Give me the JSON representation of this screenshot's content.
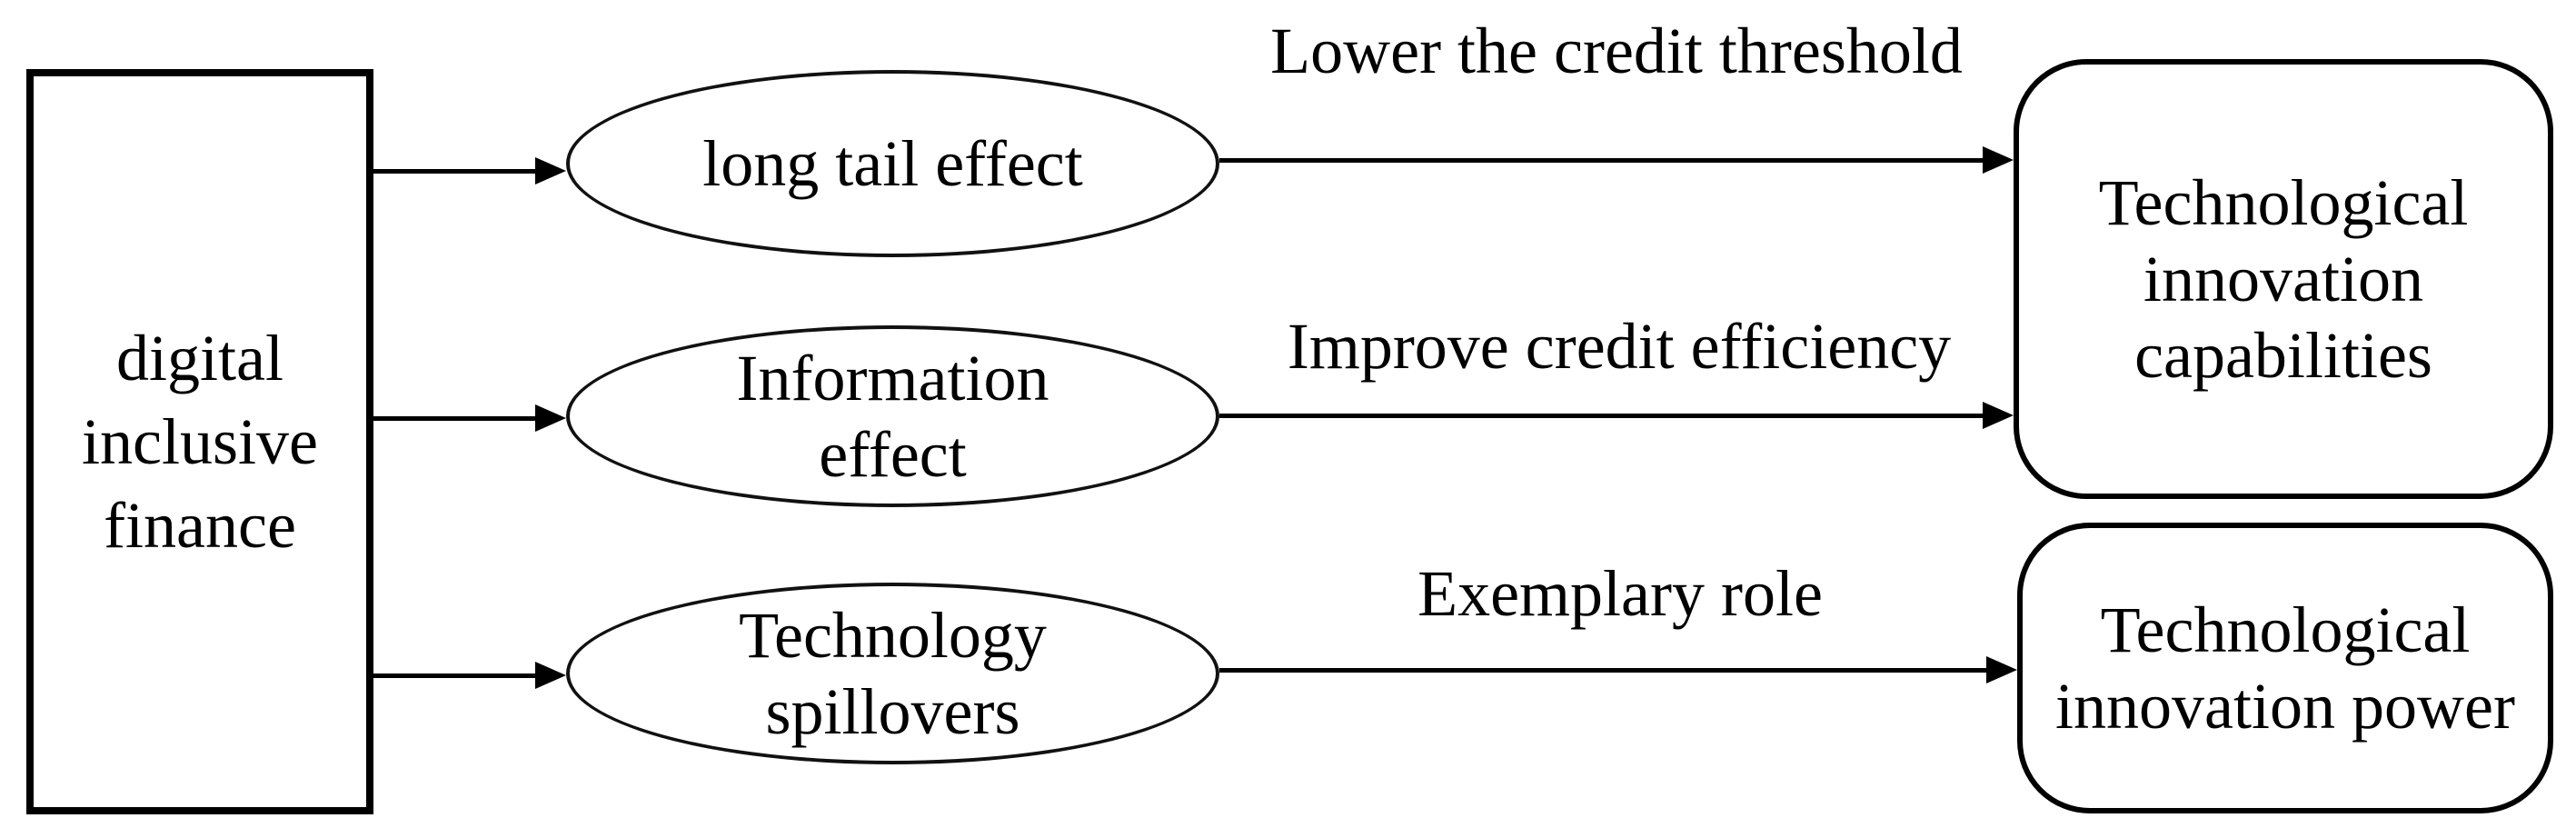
{
  "figure": {
    "type": "flow-diagram",
    "background": "#ffffff",
    "stroke_color": "#000000",
    "text_color": "#000000"
  },
  "nodes": {
    "source": {
      "line1": "digital",
      "line2": "inclusive",
      "line3": "finance"
    },
    "mediator_long_tail": {
      "line1": "long tail effect"
    },
    "mediator_information": {
      "line1": "Information",
      "line2": "effect"
    },
    "mediator_spillover": {
      "line1": "Technology",
      "line2": "spillovers"
    },
    "outcome_capabilities": {
      "line1": "Technological",
      "line2": "innovation",
      "line3": "capabilities"
    },
    "outcome_power": {
      "line1": "Technological",
      "line2": "innovation power"
    }
  },
  "edge_labels": {
    "credit_threshold": "Lower the credit threshold",
    "credit_efficiency": "Improve credit efficiency",
    "exemplary_role": "Exemplary role"
  }
}
